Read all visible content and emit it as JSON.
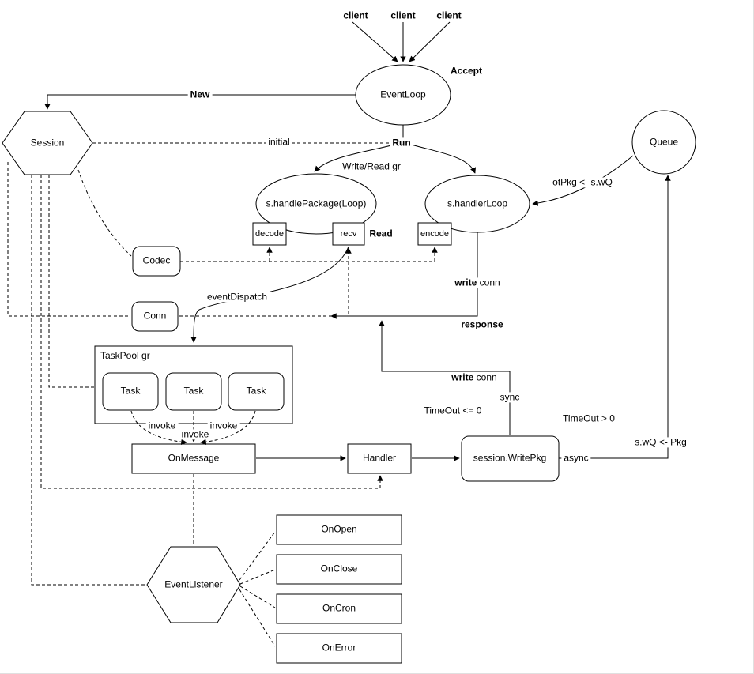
{
  "diagram": {
    "clients": [
      "client",
      "client",
      "client"
    ],
    "nodes": {
      "event_loop": "EventLoop",
      "session": "Session",
      "queue": "Queue",
      "handle_package": "s.handlePackage(Loop)",
      "handler_loop": "s.handlerLoop",
      "decode": "decode",
      "recv": "recv",
      "encode": "encode",
      "codec": "Codec",
      "conn": "Conn",
      "taskpool_title": "TaskPool gr",
      "task": "Task",
      "on_message": "OnMessage",
      "handler": "Handler",
      "session_write_pkg": "session.WritePkg",
      "event_listener": "EventListener",
      "on_open": "OnOpen",
      "on_close": "OnClose",
      "on_cron": "OnCron",
      "on_error": "OnError"
    },
    "labels": {
      "accept": "Accept",
      "new": "New",
      "initial": "initial",
      "run": "Run",
      "write_read_gr": "Write/Read gr",
      "read": "Read",
      "otpkg_from_swq": "otPkg <- s.wQ",
      "event_dispatch": "eventDispatch",
      "write_bold": "write",
      "conn_rest": "conn",
      "response": "response",
      "sync": "sync",
      "timeout_le_0": "TimeOut <= 0",
      "timeout_gt_0": "TimeOut > 0",
      "swq_from_pkg": "s.wQ <- Pkg",
      "async": "async",
      "invoke": "invoke"
    },
    "colors": {
      "stroke": "#000000",
      "background": "#ffffff"
    }
  }
}
